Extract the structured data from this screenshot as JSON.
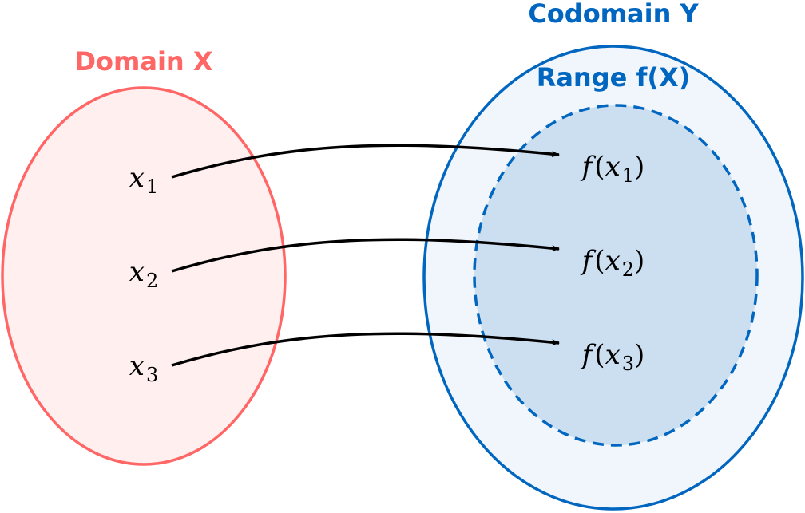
{
  "colors": {
    "domain_stroke": "#ff6666",
    "domain_fill": "#ffefef",
    "codomain_stroke": "#0066bf",
    "codomain_fill": "#f0f6fc",
    "range_fill": "#ccdff0",
    "arrow": "#000000"
  },
  "domain": {
    "label": "Domain X",
    "elements": [
      {
        "var": "x",
        "sub": "1"
      },
      {
        "var": "x",
        "sub": "2"
      },
      {
        "var": "x",
        "sub": "3"
      }
    ]
  },
  "codomain": {
    "label": "Codomain Y"
  },
  "range": {
    "label": "Range f(X)",
    "elements": [
      {
        "fn": "f",
        "var": "x",
        "sub": "1"
      },
      {
        "fn": "f",
        "var": "x",
        "sub": "2"
      },
      {
        "fn": "f",
        "var": "x",
        "sub": "3"
      }
    ]
  },
  "mappings": [
    {
      "from": 0,
      "to": 0
    },
    {
      "from": 1,
      "to": 1
    },
    {
      "from": 2,
      "to": 2
    }
  ]
}
